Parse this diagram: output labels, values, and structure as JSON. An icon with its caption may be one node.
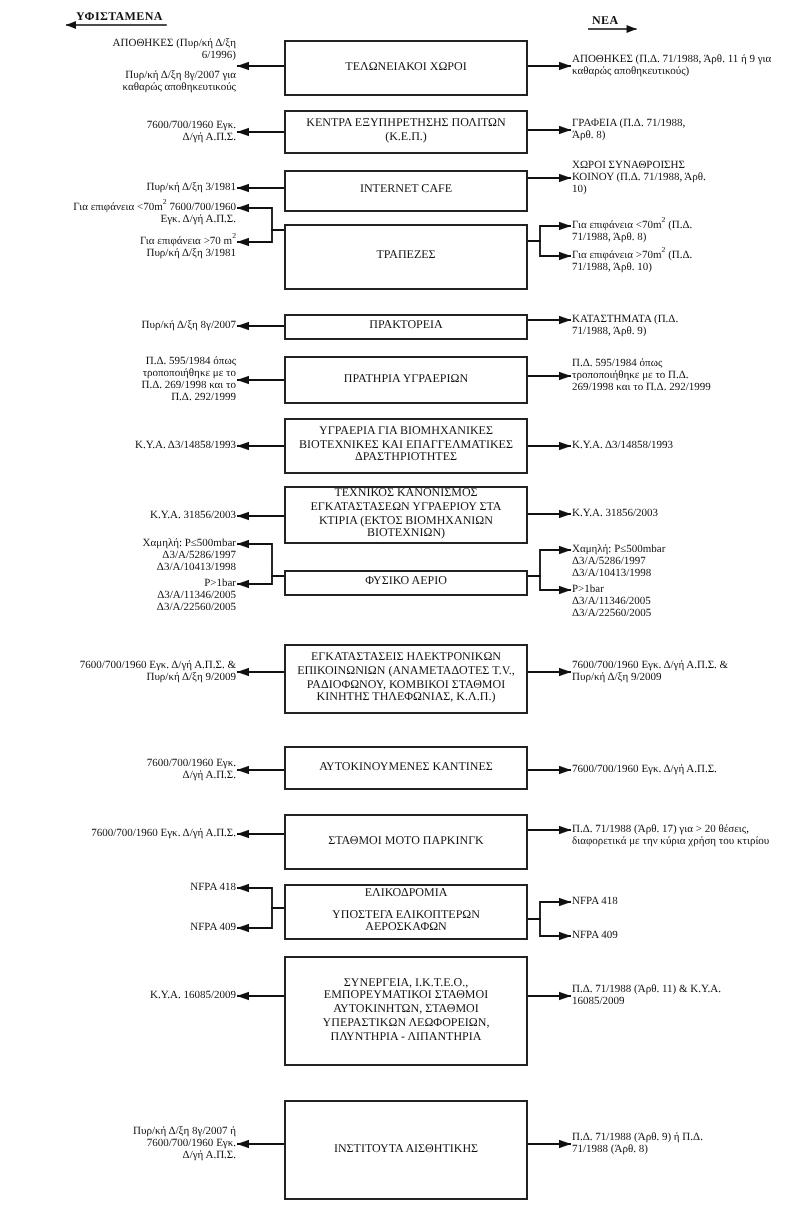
{
  "diagram": {
    "nodes": [
      {
        "text": [
          "ΑΠΟΘΗΚΕΣ (Πυρ/κή Δ/ξη 6/1996)",
          "Πυρ/κή Δ/ξη 8γ/2007 για καθαρώς αποθηκευτικούς"
        ]
      },
      {
        "text": [
          "ΤΕΛΩΝΕΙΑΚΟΙ ΧΩΡΟΙ"
        ]
      },
      {
        "text": [
          "ΑΠΟΘΗΚΕΣ (Π.Δ. 71/1988, Άρθ. 11 ή 9 για καθαρώς αποθηκευτικούς)"
        ]
      },
      {
        "text": [
          "7600/700/1960 Εγκ. Δ/γή Α.Π.Σ."
        ]
      },
      {
        "text": [
          "ΚΕΝΤΡΑ ΕΞΥΠΗΡΕΤΗΣΗΣ ΠΟΛΙΤΩΝ (Κ.Ε.Π.)"
        ]
      },
      {
        "text": [
          "ΓΡΑΦΕΙΑ (Π.Δ. 71/1988, Άρθ. 8)"
        ]
      },
      {
        "text": [
          "Πυρ/κή Δ/ξη 3/1981"
        ]
      },
      {
        "text": [
          "INTERNET CAFE"
        ]
      },
      {
        "text": [
          "ΧΩΡΟΙ ΣΥΝΑΘΡΟΙΣΗΣ ΚΟΙΝΟΥ (Π.Δ. 71/1988, Άρθ. 10)"
        ]
      },
      {
        "text": [
          "Για επιφάνεια <70m$^{2}$ 7600/700/1960 Εγκ. Δ/γή Α.Π.Σ."
        ]
      },
      {
        "text": [
          "Για επιφάνεια >70 m$^{2}$ Πυρ/κή Δ/ξη 3/1981"
        ]
      },
      {
        "text": [
          "ΤΡΑΠΕΖΕΣ"
        ]
      },
      {
        "text": [
          "Για επιφάνεια <70m$^{2}$ (Π.Δ. 71/1988, Άρθ. 8)"
        ]
      },
      {
        "text": [
          "Για επιφάνεια >70m$^{2}$ (Π.Δ. 71/1988, Άρθ. 10)"
        ]
      },
      {
        "text": [
          "Πυρ/κή Δ/ξη 8γ/2007"
        ]
      },
      {
        "text": [
          "ΠΡΑΚΤΟΡΕΙΑ"
        ]
      },
      {
        "text": [
          "ΚΑΤΑΣΤΗΜΑΤΑ (Π.Δ. 71/1988, Άρθ. 9)"
        ]
      },
      {
        "text": [
          "Π.Δ. 595/1984 όπως τροποποιήθηκε με το Π.Δ. 269/1998 και το Π.Δ. 292/1999"
        ]
      },
      {
        "text": [
          "ΠΡΑΤΗΡΙΑ ΥΓΡΑΕΡΙΩΝ"
        ]
      },
      {
        "text": [
          "Π.Δ. 595/1984 όπως τροποποιήθηκε με το Π.Δ. 269/1998 και το Π.Δ. 292/1999"
        ]
      },
      {
        "text": [
          "Κ.Υ.Α. Δ3/14858/1993"
        ]
      },
      {
        "text": [
          "ΥΓΡΑΕΡΙΑ ΓΙΑ ΒΙΟΜΗΧΑΝΙΚΕΣ ΒΙΟΤΕΧΝΙΚΕΣ ΚΑΙ ΕΠΑΓΓΕΛΜΑΤΙΚΕΣ ΔΡΑΣΤΗΡΙΟΤΗΤΕΣ"
        ]
      },
      {
        "text": [
          "Κ.Υ.Α. Δ3/14858/1993"
        ]
      },
      {
        "text": [
          "Κ.Υ.Α. 31856/2003"
        ]
      },
      {
        "text": [
          "ΤΕΧΝΙΚΟΣ ΚΑΝΟΝΙΣΜΟΣ ΕΓΚΑΤΑΣΤΑΣΕΩΝ ΥΓΡΑΕΡΙΟΥ ΣΤΑ ΚΤΙΡΙΑ (ΕΚΤΟΣ ΒΙΟΜΗΧΑΝΙΩΝ ΒΙΟΤΕΧΝΙΩΝ)"
        ]
      },
      {
        "text": [
          "Κ.Υ.Α. 31856/2003"
        ]
      },
      {
        "text": [
          "Χαμηλή: P≤500mbar Δ3/Α/5286/1997 Δ3/Α/10413/1998"
        ]
      },
      {
        "text": [
          "P>1bar Δ3/Α/11346/2005 Δ3/Α/22560/2005"
        ]
      },
      {
        "text": [
          "ΦΥΣΙΚΟ ΑΕΡΙΟ"
        ]
      },
      {
        "text": [
          "Χαμηλή: P≤500mbar Δ3/Α/5286/1997 Δ3/Α/10413/1998"
        ]
      },
      {
        "text": [
          "P>1bar Δ3/Α/11346/2005 Δ3/Α/22560/2005"
        ]
      },
      {
        "text": [
          "7600/700/1960 Εγκ. Δ/γή Α.Π.Σ. & Πυρ/κή Δ/ξη 9/2009"
        ]
      },
      {
        "text": [
          "ΕΓΚΑΤΑΣΤΑΣΕΙΣ ΗΛΕΚΤΡΟΝΙΚΩΝ ΕΠΙΚΟΙΝΩΝΙΩΝ (ΑΝΑΜΕΤΑΔΟΤΕΣ T.V., ΡΑΔΙΟΦΩΝΟΥ, ΚΟΜΒΙΚΟΙ ΣΤΑΘΜΟΙ ΚΙΝΗΤΗΣ ΤΗΛΕΦΩΝΙΑΣ, Κ.Λ.Π.)"
        ]
      },
      {
        "text": [
          "7600/700/1960 Εγκ. Δ/γή Α.Π.Σ. & Πυρ/κή Δ/ξη 9/2009"
        ]
      },
      {
        "text": [
          "7600/700/1960 Εγκ. Δ/γή Α.Π.Σ."
        ]
      },
      {
        "text": [
          "ΑΥΤΟΚΙΝΟΥΜΕΝΕΣ ΚΑΝΤΙΝΕΣ"
        ]
      },
      {
        "text": [
          "7600/700/1960 Εγκ. Δ/γή Α.Π.Σ."
        ]
      },
      {
        "text": [
          "7600/700/1960 Εγκ. Δ/γή Α.Π.Σ."
        ]
      },
      {
        "text": [
          "ΣΤΑΘΜΟΙ ΜΟΤΟ ΠΑΡΚΙΝΓΚ"
        ]
      },
      {
        "text": [
          "Π.Δ. 71/1988 (Άρθ. 17) για > 20 θέσεις, διαφορετικά με την κύρια χρήση του κτιρίου"
        ]
      },
      {
        "text": [
          "NFPA 418"
        ]
      },
      {
        "text": [
          "NFPA 409"
        ]
      },
      {
        "text": [
          "ΕΛΙΚΟΔΡΟΜΙΑ",
          "ΥΠΟΣΤΕΓΑ ΕΛΙΚΟΠΤΕΡΩΝ ΑΕΡΟΣΚΑΦΩΝ"
        ]
      },
      {
        "text": [
          "NFPA 418"
        ]
      },
      {
        "text": [
          "NFPA 409"
        ]
      },
      {
        "text": [
          "Κ.Υ.Α. 16085/2009"
        ]
      },
      {
        "text": [
          "ΣΥΝΕΡΓΕΙΑ, Ι.Κ.Τ.Ε.Ο., ΕΜΠΟΡΕΥΜΑΤΙΚΟΙ ΣΤΑΘΜΟΙ ΑΥΤΟΚΙΝΗΤΩΝ, ΣΤΑΘΜΟΙ ΥΠΕΡΑΣΤΙΚΩΝ ΛΕΩΦΟΡΕΙΩΝ, ΠΛΥΝΤΗΡΙΑ - ΛΙΠΑΝΤΗΡΙΑ"
        ]
      },
      {
        "text": [
          "Π.Δ. 71/1988 (Άρθ. 11) & Κ.Υ.Α. 16085/2009"
        ]
      },
      {
        "text": [
          "Πυρ/κή Δ/ξη 8γ/2007 ή 7600/700/1960 Εγκ. Δ/γή Α.Π.Σ."
        ]
      },
      {
        "text": [
          "ΙΝΣΤΙΤΟΥΤΑ ΑΙΣΘΗΤΙΚΗΣ"
        ]
      },
      {
        "text": [
          "Π.Δ. 71/1988 (Άρθ. 9) ή Π.Δ. 71/1988 (Άρθ. 8)"
        ]
      }
    ],
    "edges": [
      {
        "from": 1,
        "to": 0,
        "arrow": "to"
      },
      {
        "from": 1,
        "to": 2,
        "arrow": "to"
      },
      {
        "from": 4,
        "to": 3,
        "arrow": "to"
      },
      {
        "from": 4,
        "to": 5,
        "arrow": "to"
      },
      {
        "from": 7,
        "to": 6,
        "arrow": "to"
      },
      {
        "from": 7,
        "to": 8,
        "arrow": "to"
      },
      {
        "from": 11,
        "to": 9,
        "arrow": "to"
      },
      {
        "from": 11,
        "to": 10,
        "arrow": "to"
      },
      {
        "from": 11,
        "to": 12,
        "arrow": "to"
      },
      {
        "from": 11,
        "to": 13,
        "arrow": "to"
      },
      {
        "from": 15,
        "to": 14,
        "arrow": "to"
      },
      {
        "from": 15,
        "to": 16,
        "arrow": "to"
      },
      {
        "from": 18,
        "to": 17,
        "arrow": "to"
      },
      {
        "from": 18,
        "to": 19,
        "arrow": "to"
      },
      {
        "from": 21,
        "to": 20,
        "arrow": "to"
      },
      {
        "from": 21,
        "to": 22,
        "arrow": "to"
      },
      {
        "from": 24,
        "to": 23,
        "arrow": "to"
      },
      {
        "from": 24,
        "to": 25,
        "arrow": "to"
      },
      {
        "from": 28,
        "to": 26,
        "arrow": "to"
      },
      {
        "from": 28,
        "to": 27,
        "arrow": "to"
      },
      {
        "from": 28,
        "to": 29,
        "arrow": "to"
      },
      {
        "from": 28,
        "to": 30,
        "arrow": "to"
      },
      {
        "from": 32,
        "to": 31,
        "arrow": "to"
      },
      {
        "from": 32,
        "to": 33,
        "arrow": "to"
      },
      {
        "from": 35,
        "to": 34,
        "arrow": "to"
      },
      {
        "from": 35,
        "to": 36,
        "arrow": "to"
      },
      {
        "from": 38,
        "to": 37,
        "arrow": "to"
      },
      {
        "from": 38,
        "to": 39,
        "arrow": "to"
      },
      {
        "from": 42,
        "to": 40,
        "arrow": "to"
      },
      {
        "from": 42,
        "to": 41,
        "arrow": "to"
      },
      {
        "from": 42,
        "to": 43,
        "arrow": "to"
      },
      {
        "from": 42,
        "to": 44,
        "arrow": "to"
      },
      {
        "from": 46,
        "to": 45,
        "arrow": "to"
      },
      {
        "from": 46,
        "to": 47,
        "arrow": "to"
      },
      {
        "from": 49,
        "to": 48,
        "arrow": "to"
      },
      {
        "from": 49,
        "to": 50,
        "arrow": "to"
      }
    ],
    "labels": [
      "ΥΦΙΣΤΑΜΕΝΑ",
      "ΝΕΑ"
    ]
  }
}
